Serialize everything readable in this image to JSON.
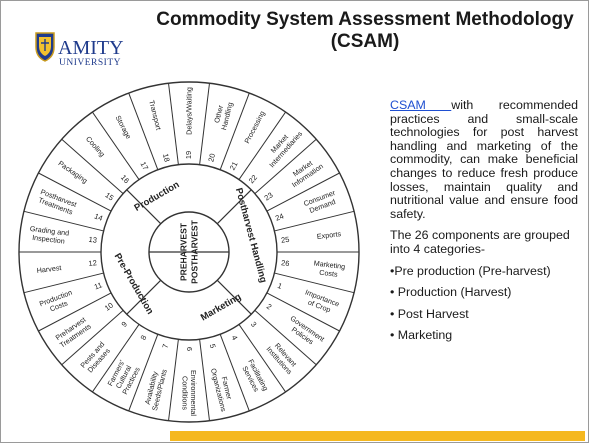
{
  "header": {
    "logo_name": "AMITY",
    "logo_subtitle": "UNIVERSITY",
    "title_line1": "Commodity System Assessment Methodology",
    "title_line2": "(CSAM)"
  },
  "content": {
    "link_text": "CSAM ",
    "intro_text": "with recommended practices and small-scale technologies for post harvest handling and marketing of the commodity, can make beneficial changes to reduce fresh produce losses, maintain quality and nutritional value and ensure food safety.",
    "grouping_text": "The 26 components are grouped into 4 categories-",
    "categories": [
      "•Pre production (Pre-harvest)",
      "• Production (Harvest)",
      "• Post Harvest",
      "•  Marketing"
    ]
  },
  "diagram": {
    "center_top": "PREHARVEST",
    "center_bottom": "POSTHARVEST",
    "categories": [
      "Production",
      "Postharvest Handling",
      "Marketing",
      "Pre-Production"
    ],
    "components": [
      {
        "num": "1",
        "label": "Importance\nof Crop"
      },
      {
        "num": "2",
        "label": "Government\nPolicies"
      },
      {
        "num": "3",
        "label": "Relevant\nInstitutions"
      },
      {
        "num": "4",
        "label": "Facilitating\nServices"
      },
      {
        "num": "5",
        "label": "Farmer\nOrganizations"
      },
      {
        "num": "6",
        "label": "Environmental\nConditions"
      },
      {
        "num": "7",
        "label": "Availability\nSeeds/Plants"
      },
      {
        "num": "8",
        "label": "Farmers'\nCultural\nPractices"
      },
      {
        "num": "9",
        "label": "Pests and\nDiseases"
      },
      {
        "num": "10",
        "label": "Preharvest\nTreatments"
      },
      {
        "num": "11",
        "label": "Production\nCosts"
      },
      {
        "num": "12",
        "label": "Harvest"
      },
      {
        "num": "13",
        "label": "Grading and\nInspection"
      },
      {
        "num": "14",
        "label": "Postharvest\nTreatments"
      },
      {
        "num": "15",
        "label": "Packaging"
      },
      {
        "num": "16",
        "label": "Cooling"
      },
      {
        "num": "17",
        "label": "Storage"
      },
      {
        "num": "18",
        "label": "Transport"
      },
      {
        "num": "19",
        "label": "Delays/Waiting"
      },
      {
        "num": "20",
        "label": "Other\nHandling"
      },
      {
        "num": "21",
        "label": "Processing"
      },
      {
        "num": "22",
        "label": "Market\nIntermediaries"
      },
      {
        "num": "23",
        "label": "Market\nInformation"
      },
      {
        "num": "24",
        "label": "Consumer\nDemand"
      },
      {
        "num": "25",
        "label": "Exports"
      },
      {
        "num": "26",
        "label": "Marketing\nCosts"
      }
    ]
  }
}
